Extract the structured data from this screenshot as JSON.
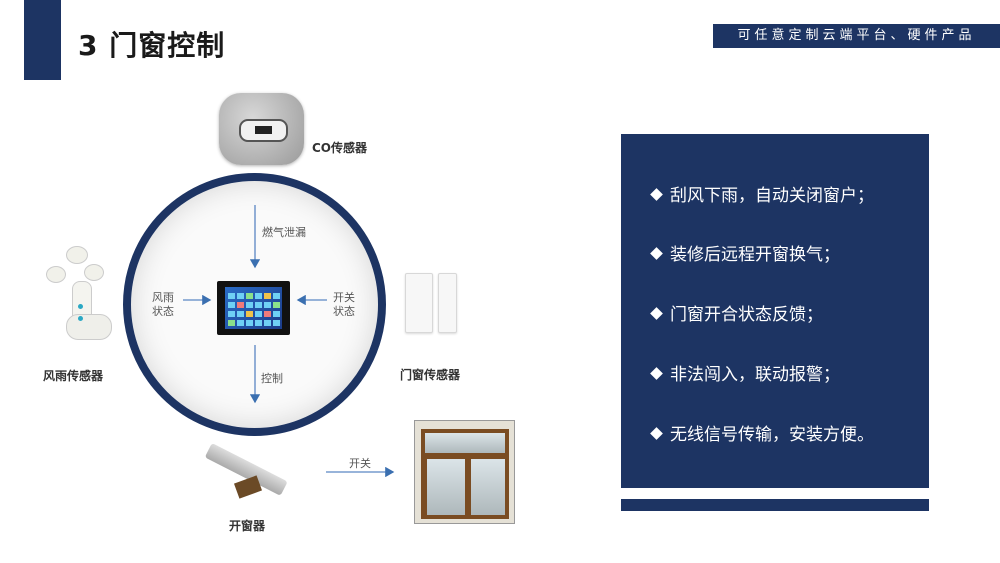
{
  "header": {
    "title": "3  门窗控制",
    "tagline": "可任意定制云端平台、硬件产品"
  },
  "diagram": {
    "devices": {
      "co_sensor": "CO传感器",
      "wind_rain_sensor": "风雨传感器",
      "door_window_sensor": "门窗传感器",
      "window_opener": "开窗器"
    },
    "arrows": {
      "gas_leak": "燃气泄漏",
      "wind_rain_status": [
        "风雨",
        "状态"
      ],
      "open_close_status": [
        "开关",
        "状态"
      ],
      "control": "控制",
      "open_close": "开关"
    }
  },
  "features": [
    "刮风下雨，自动关闭窗户；",
    "装修后远程开窗换气；",
    "门窗开合状态反馈；",
    "非法闯入，联动报警；",
    "无线信号传输，安装方便。"
  ],
  "colors": {
    "primary": "#1d3463",
    "background": "#ffffff"
  }
}
